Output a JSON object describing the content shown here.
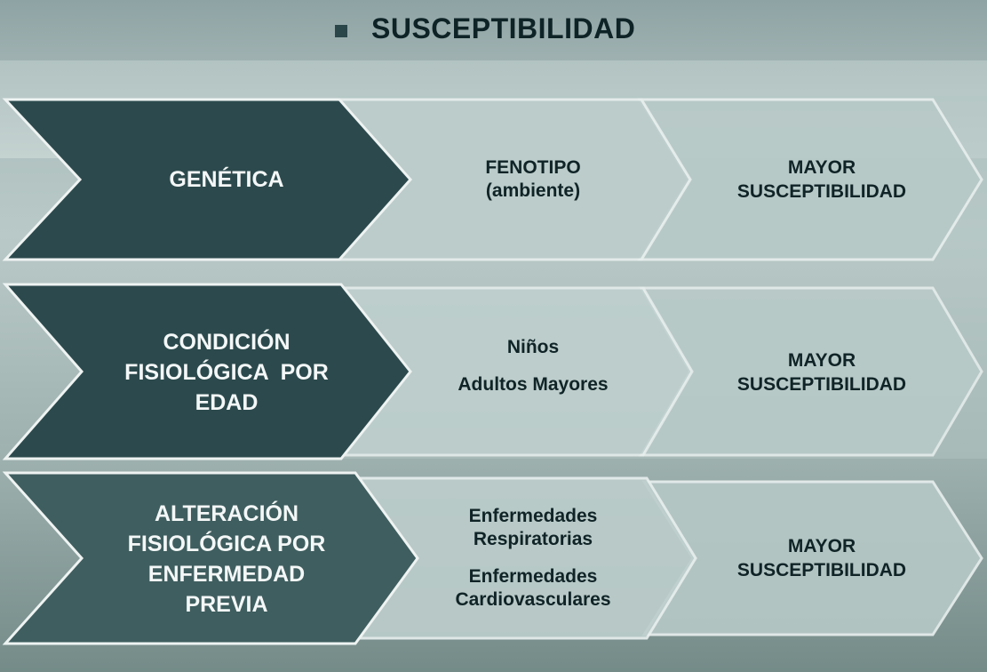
{
  "title": "SUSCEPTIBILIDAD",
  "colors": {
    "dark_chevron": "#2c4a4d",
    "light_chevron": "#b7c9c7",
    "border": "#eef3f2",
    "text_dark": "#102427",
    "text_light": "#f4f7f7"
  },
  "rows": [
    {
      "factor": [
        "GENÉTICA"
      ],
      "middle": [
        [
          "FENOTIPO",
          "(ambiente)"
        ]
      ],
      "result": [
        "MAYOR",
        "SUSCEPTIBILIDAD"
      ]
    },
    {
      "factor": [
        "CONDICIÓN",
        "FISIOLÓGICA  POR",
        "EDAD"
      ],
      "middle": [
        [
          "Niños"
        ],
        [
          "Adultos Mayores"
        ]
      ],
      "result": [
        "MAYOR",
        "SUSCEPTIBILIDAD"
      ]
    },
    {
      "factor": [
        "ALTERACIÓN",
        "FISIOLÓGICA POR",
        "ENFERMEDAD",
        "PREVIA"
      ],
      "middle": [
        [
          "Enfermedades",
          "Respiratorias"
        ],
        [
          "Enfermedades",
          "Cardiovasculares"
        ]
      ],
      "result": [
        "MAYOR",
        "SUSCEPTIBILIDAD"
      ]
    }
  ]
}
